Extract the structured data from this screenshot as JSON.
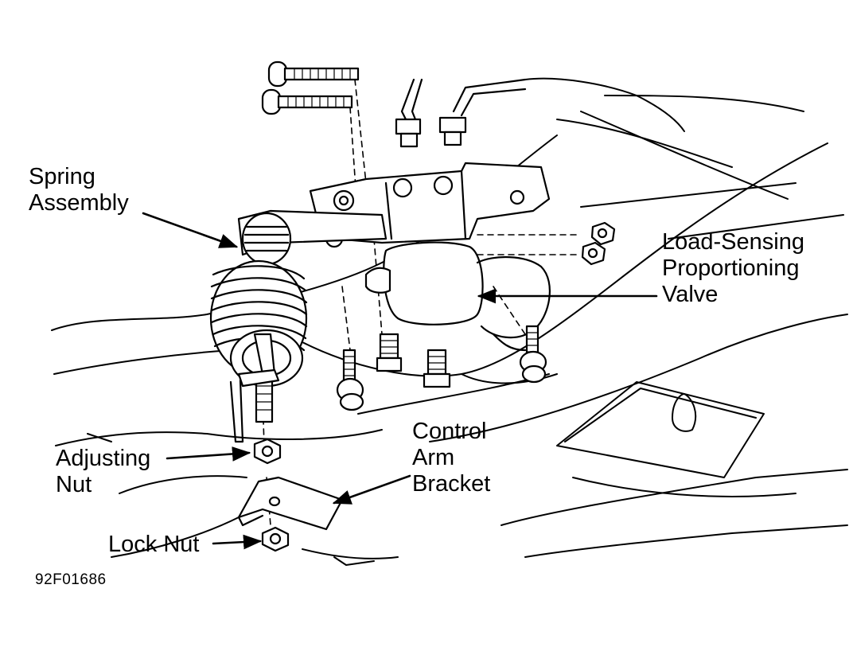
{
  "labels": {
    "spring_assembly": [
      "Spring",
      "Assembly"
    ],
    "load_sensing_valve": [
      "Load-Sensing",
      "Proportioning",
      "Valve"
    ],
    "control_arm_bracket": [
      "Control",
      "Arm",
      "Bracket"
    ],
    "adjusting_nut": [
      "Adjusting",
      "Nut"
    ],
    "lock_nut": "Lock Nut"
  },
  "figure_id": "92F01686",
  "colors": {
    "ink": "#000000",
    "paper": "#ffffff"
  }
}
